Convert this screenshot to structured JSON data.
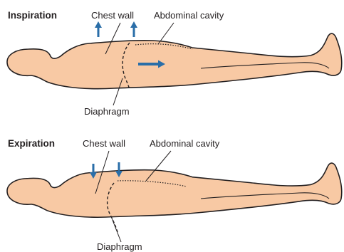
{
  "panels": [
    {
      "title": "Inspiration",
      "chest_wall_label": "Chest wall",
      "abdominal_cavity_label": "Abdominal cavity",
      "diaphragm_label": "Diaphragm"
    },
    {
      "title": "Expiration",
      "chest_wall_label": "Chest wall",
      "abdominal_cavity_label": "Abdominal cavity",
      "diaphragm_label": "Diaphragm"
    }
  ],
  "colors": {
    "skin": "#f8c9a4",
    "arrow": "#2a6ea8",
    "outline": "#231f20"
  },
  "icons": {
    "upward_arrows": "arrow-up-icon",
    "downward_arrows": "arrow-down-icon",
    "rightward_arrow": "arrow-right-icon"
  }
}
